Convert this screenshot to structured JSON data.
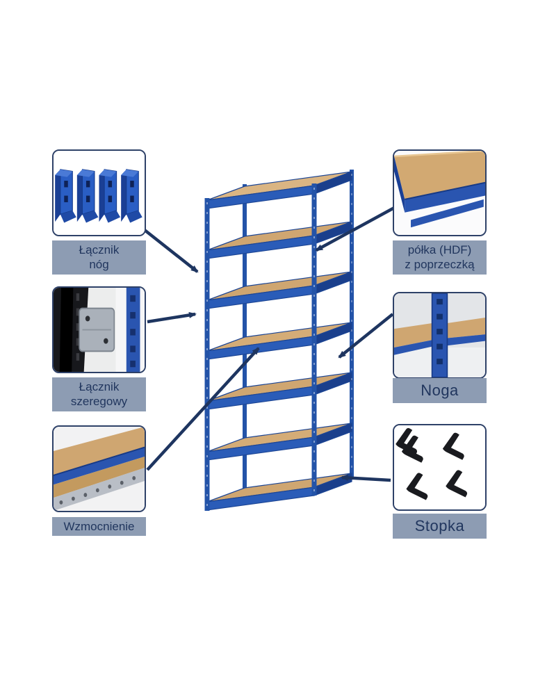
{
  "diagram": {
    "subject": "regał magazynowy - schemat elementów",
    "rack": {
      "shelf_count": 7
    }
  },
  "colors": {
    "frame_blue": "#2353a8",
    "frame_blue_dark": "#1a3f8c",
    "shelf_tan": "#cfa671",
    "label_band": "#8d9cb3",
    "label_text": "#21365e",
    "arrow": "#1e3560",
    "box_border": "#2e4168",
    "foot_black": "#1a1b1f"
  },
  "callouts": {
    "leg_connector": {
      "line1": "Łącznik",
      "line2": "nóg"
    },
    "serial_connector": {
      "line1": "Łącznik",
      "line2": "szeregowy"
    },
    "reinforcement": {
      "line1": "Wzmocnienie",
      "line2": ""
    },
    "shelf_hdf": {
      "line1": "półka (HDF)",
      "line2": "z poprzeczką"
    },
    "leg": {
      "line1": "Noga",
      "line2": ""
    },
    "foot": {
      "line1": "Stopka",
      "line2": ""
    }
  }
}
